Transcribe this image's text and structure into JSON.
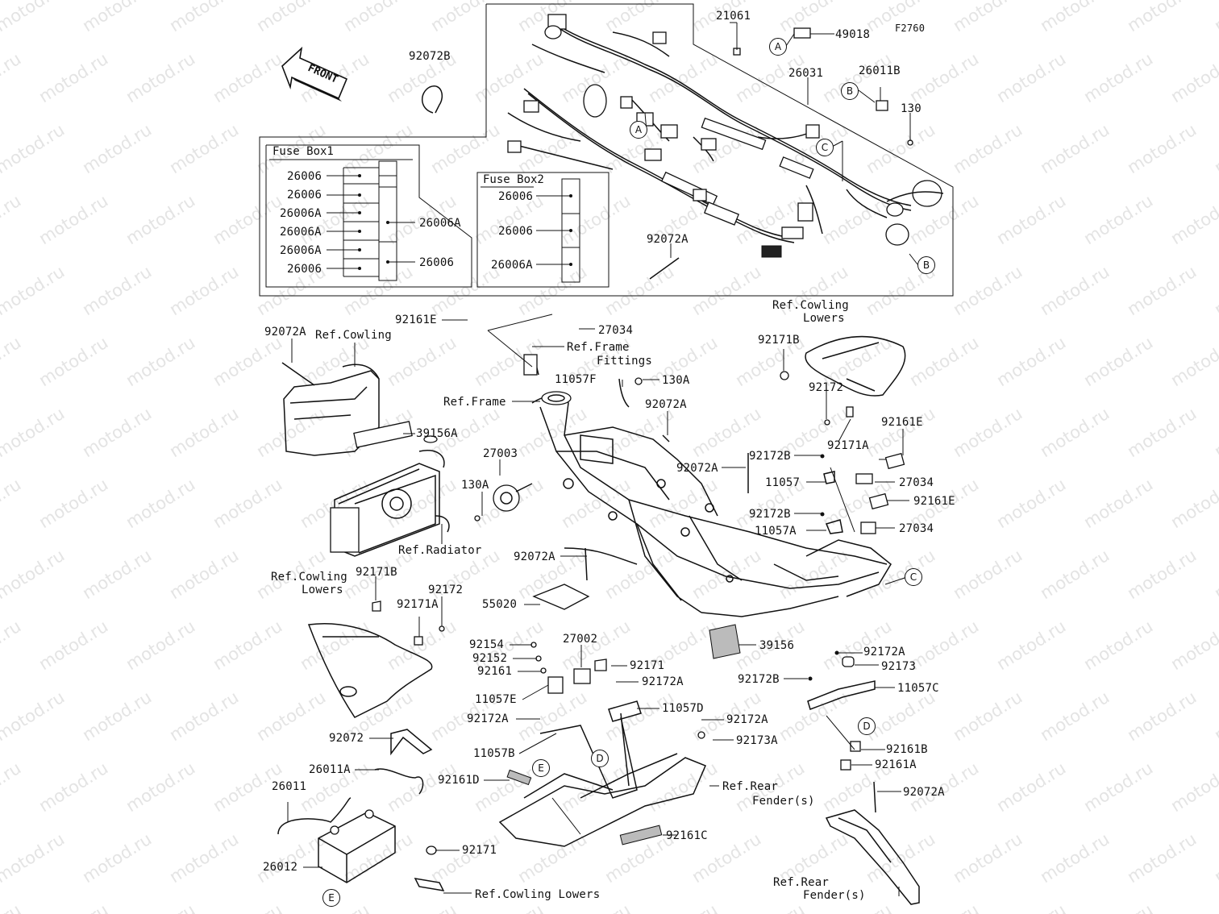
{
  "figure_code": "F2760",
  "front_arrow": "FRONT",
  "watermark": "motod.ru",
  "fuse_box_1": {
    "title": "Fuse Box1",
    "left_labels": [
      "26006",
      "26006",
      "26006A",
      "26006A",
      "26006A",
      "26006"
    ],
    "right_labels": [
      "26006A",
      "26006"
    ]
  },
  "fuse_box_2": {
    "title": "Fuse Box2",
    "labels": [
      "26006",
      "26006",
      "26006A"
    ]
  },
  "harness_labels": {
    "l21061": "21061",
    "l49018": "49018",
    "l26011B": "26011B",
    "l26031": "26031",
    "l130": "130",
    "l92072B": "92072B",
    "l92072A_top": "92072A"
  },
  "frame_labels": {
    "l92161E_a": "92161E",
    "l27034_a": "27034",
    "ref_frame_fittings_1": "Ref.Frame",
    "ref_frame_fittings_2": "Fittings",
    "l92072A_b": "92072A",
    "ref_cowling": "Ref.Cowling",
    "l11057F": "11057F",
    "l130A_a": "130A",
    "ref_frame": "Ref.Frame",
    "l92072A_c": "92072A",
    "l39156A": "39156A",
    "l27003": "27003",
    "l130A_b": "130A",
    "ref_radiator": "Ref.Radiator",
    "l92072A_d": "92072A",
    "l92072A_e": "92072A",
    "l55020": "55020",
    "l39156": "39156"
  },
  "right_labels": {
    "ref_cowling_lowers_1": "Ref.Cowling",
    "ref_cowling_lowers_2": "Lowers",
    "l92171B": "92171B",
    "l92172": "92172",
    "l92161E_b": "92161E",
    "l92171A": "92171A",
    "l92172B_a": "92172B",
    "l11057": "11057",
    "l27034_b": "27034",
    "l92172B_b": "92172B",
    "l92161E_c": "92161E",
    "l11057A": "11057A",
    "l27034_c": "27034"
  },
  "left_lower_labels": {
    "ref_cowling_lowers_1": "Ref.Cowling",
    "ref_cowling_lowers_2": "Lowers",
    "l92171B": "92171B",
    "l92172": "92172",
    "l92171A": "92171A",
    "l92072": "92072",
    "l26011A": "26011A",
    "l26011": "26011",
    "l26012": "26012"
  },
  "center_lower_labels": {
    "l92154": "92154",
    "l92152": "92152",
    "l92161": "92161",
    "l27002": "27002",
    "l92171_a": "92171",
    "l11057E": "11057E",
    "l92172A_a": "92172A",
    "l92172A_b": "92172A",
    "l11057D": "11057D",
    "l92172A_c": "92172A",
    "l92173A": "92173A",
    "l11057B": "11057B",
    "l92161D": "92161D",
    "ref_rear_fender_1": "Ref.Rear",
    "ref_rear_fender_2": "Fender(s)",
    "l92161C": "92161C",
    "l92171_b": "92171",
    "ref_cowling_lowers": "Ref.Cowling Lowers"
  },
  "right_lower_labels": {
    "l92172A": "92172A",
    "l92173": "92173",
    "l92172B": "92172B",
    "l11057C": "11057C",
    "l92161B": "92161B",
    "l92161A": "92161A",
    "l92072A": "92072A",
    "ref_rear_fender_1": "Ref.Rear",
    "ref_rear_fender_2": "Fender(s)"
  },
  "callouts": {
    "a1": "A",
    "a2": "A",
    "b1": "B",
    "b2": "B",
    "c1": "C",
    "c2": "C",
    "d1": "D",
    "d2": "D",
    "e1": "E",
    "e2": "E"
  }
}
